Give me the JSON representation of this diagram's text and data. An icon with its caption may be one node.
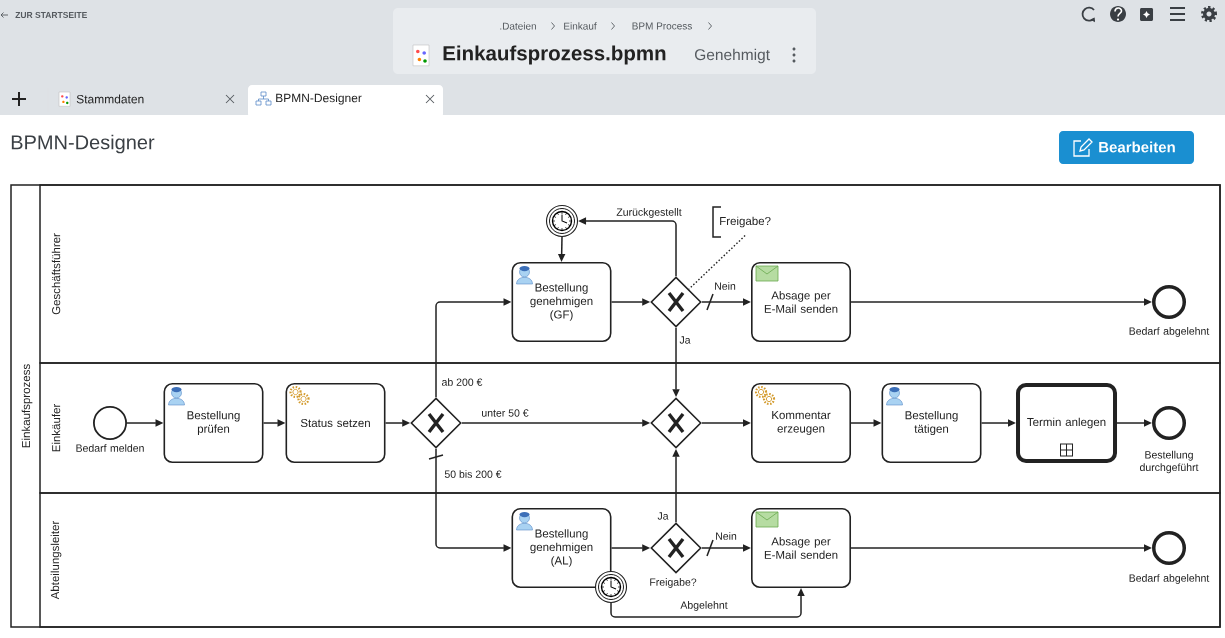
{
  "diagram": {
    "nodes": [
      {
        "text": [
          "Einkaufsprozess"
        ]
      },
      {
        "text": [
          "Geschäftsführer"
        ],
        "in": 0
      },
      {
        "text": [
          "Einkäufer"
        ],
        "in": 0
      },
      {
        "text": [
          "Abteilungsleiter"
        ],
        "in": 0
      },
      {
        "text": [],
        "shape": "circle",
        "in": 1
      },
      {
        "text": [
          "Bestellung genehmigen (GF)"
        ],
        "in": 1
      },
      {
        "text": [],
        "shape": "diamond",
        "in": 1
      },
      {
        "text": [
          "Freigabe?"
        ],
        "in": 1
      },
      {
        "text": [
          "Absage per E-Mail senden"
        ],
        "in": 1
      },
      {
        "text": [],
        "shape": "circle",
        "beside": [
          "Bedarf abgelehnt"
        ],
        "in": 1
      },
      {
        "text": [],
        "shape": "circle",
        "beside": [
          "Bedarf melden"
        ],
        "in": 2
      },
      {
        "text": [
          "Bestellung prüfen"
        ],
        "in": 2
      },
      {
        "text": [
          "Status setzen"
        ],
        "in": 2
      },
      {
        "text": [],
        "shape": "diamond",
        "in": 2
      },
      {
        "text": [],
        "shape": "diamond",
        "in": 2
      },
      {
        "text": [
          "Kommentar erzeugen"
        ],
        "in": 2
      },
      {
        "text": [
          "Bestellung tätigen"
        ],
        "in": 2
      },
      {
        "text": [
          "Termin anlegen"
        ],
        "in": 2
      },
      {
        "text": [],
        "shape": "circle",
        "beside": [
          "Bestellung durchgeführt"
        ],
        "in": 2
      },
      {
        "text": [
          "Bestellung genehmigen (AL)"
        ],
        "in": 3
      },
      {
        "text": [],
        "shape": "circle",
        "in": 3
      },
      {
        "text": [],
        "shape": "diamond",
        "beside": [
          "Freigabe?"
        ],
        "in": 3
      },
      {
        "text": [
          "Absage per E-Mail senden"
        ],
        "in": 3
      },
      {
        "text": [],
        "shape": "circle",
        "beside": [
          "Bedarf abgelehnt"
        ],
        "in": 3
      }
    ],
    "edges": [
      {
        "from": 4,
        "to": 5,
        "arrow": "to"
      },
      {
        "from": 5,
        "to": 6,
        "arrow": "to"
      },
      {
        "from": 6,
        "to": 4,
        "arrow": "to",
        "label": "Zurückgestellt"
      },
      {
        "from": 6,
        "to": 8,
        "arrow": "to",
        "label": "Nein"
      },
      {
        "from": 6,
        "to": 14,
        "arrow": "to",
        "label": "Ja"
      },
      {
        "from": 8,
        "to": 9,
        "arrow": "to"
      },
      {
        "from": 7,
        "to": 6,
        "arrow": "none",
        "style": "dashed"
      },
      {
        "from": 10,
        "to": 11,
        "arrow": "to"
      },
      {
        "from": 11,
        "to": 12,
        "arrow": "to"
      },
      {
        "from": 12,
        "to": 13,
        "arrow": "to"
      },
      {
        "from": 13,
        "to": 5,
        "arrow": "to",
        "label": "ab 200 €"
      },
      {
        "from": 13,
        "to": 14,
        "arrow": "to",
        "label": "unter 50 €"
      },
      {
        "from": 13,
        "to": 19,
        "arrow": "to",
        "label": "50 bis 200 €"
      },
      {
        "from": 14,
        "to": 15,
        "arrow": "to"
      },
      {
        "from": 15,
        "to": 16,
        "arrow": "to"
      },
      {
        "from": 16,
        "to": 17,
        "arrow": "to"
      },
      {
        "from": 17,
        "to": 18,
        "arrow": "to"
      },
      {
        "from": 19,
        "to": 21,
        "arrow": "to"
      },
      {
        "from": 21,
        "to": 14,
        "arrow": "to",
        "label": "Ja"
      },
      {
        "from": 21,
        "to": 22,
        "arrow": "to",
        "label": "Nein"
      },
      {
        "from": 22,
        "to": 23,
        "arrow": "to"
      },
      {
        "from": 20,
        "to": 22,
        "arrow": "to",
        "label": "Abgelehnt"
      }
    ],
    "labels": [
      "ZUR STARTSEITE",
      ".Dateien",
      "Einkauf",
      "BPM Process",
      "Einkaufsprozess.bpmn",
      "Genehmigt",
      "Stammdaten",
      "BPMN-Designer",
      "BPMN-Designer",
      "Bearbeiten"
    ]
  }
}
